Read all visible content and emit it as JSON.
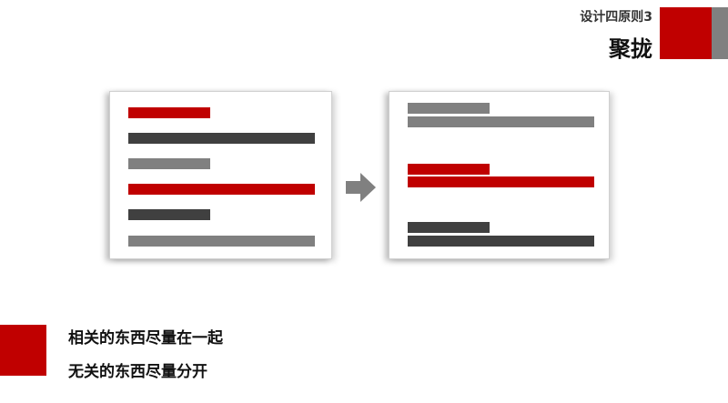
{
  "header": {
    "subtitle": "设计四原则3",
    "title": "聚拢"
  },
  "colors": {
    "red": "#c00000",
    "dark": "#404040",
    "grey": "#808080"
  },
  "diagram": {
    "before": [
      "red-short",
      "dark-long",
      "grey-short",
      "red-long",
      "dark-short",
      "grey-long"
    ],
    "after": [
      "grey-short",
      "grey-long",
      "red-short",
      "red-long",
      "dark-short",
      "dark-long"
    ],
    "arrow": "right-arrow-icon"
  },
  "notes": [
    "相关的东西尽量在一起",
    "无关的东西尽量分开"
  ]
}
